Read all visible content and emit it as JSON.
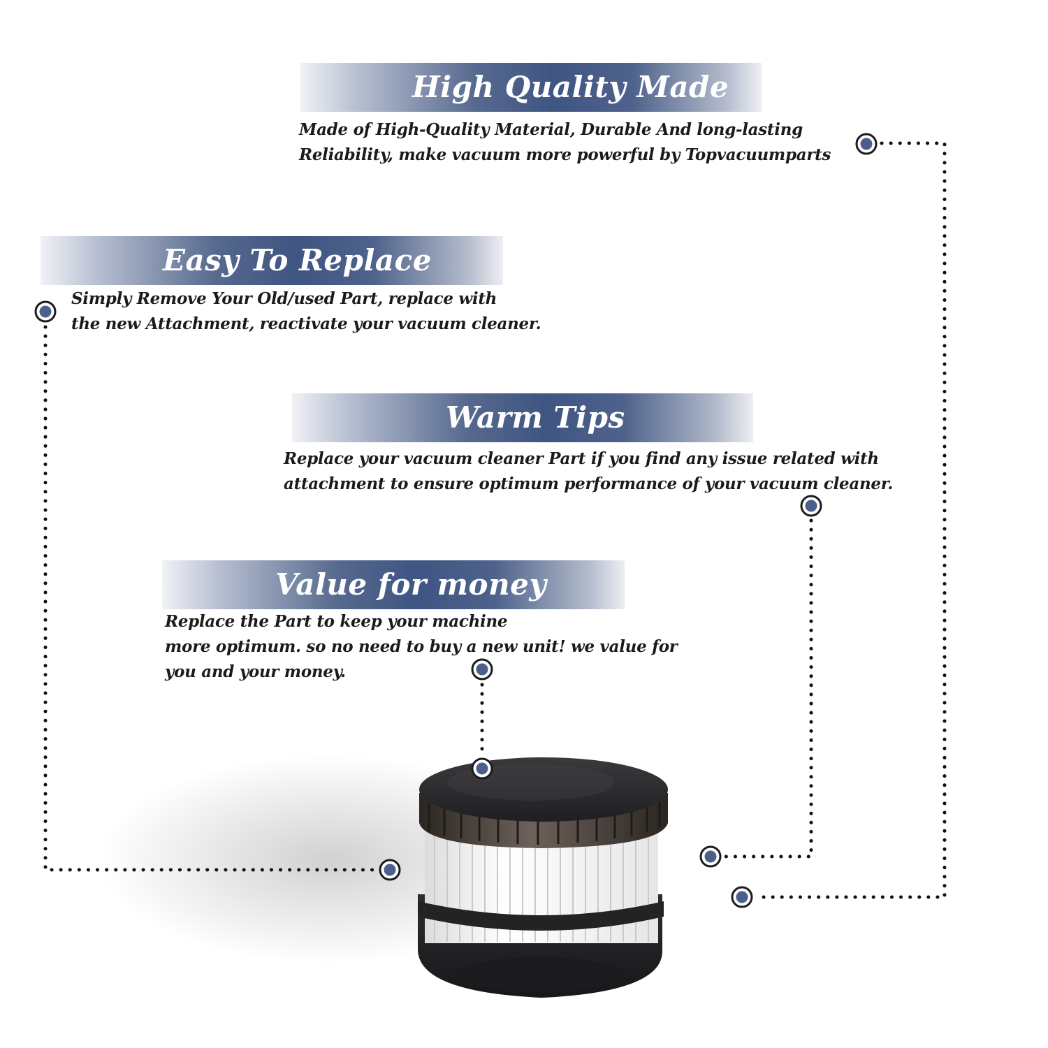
{
  "sections": {
    "high_quality": {
      "title": "High Quality Made",
      "lines": [
        "Made of  High-Quality Material, Durable And long-lasting",
        "Reliability, make vacuum more powerful by Topvacuumparts"
      ]
    },
    "easy_replace": {
      "title": "Easy To Replace",
      "lines": [
        "Simply Remove Your Old/used Part, replace with",
        "the new Attachment, reactivate your vacuum cleaner."
      ]
    },
    "warm_tips": {
      "title": "Warm Tips",
      "lines": [
        "Replace your vacuum cleaner Part if you find any issue related with",
        " attachment to ensure optimum performance of your vacuum cleaner."
      ]
    },
    "value_money": {
      "title": "Value for money",
      "lines": [
        "Replace the Part to keep your machine",
        "more optimum. so no need to buy a new unit! we value for",
        "you and your money."
      ]
    }
  },
  "colors": {
    "accent": "#3f5582",
    "text": "#1b1b1b",
    "marker": "#4a5f8c",
    "filter_cap": "#2a2a2c",
    "filter_pleat": "#f4f4f4"
  }
}
